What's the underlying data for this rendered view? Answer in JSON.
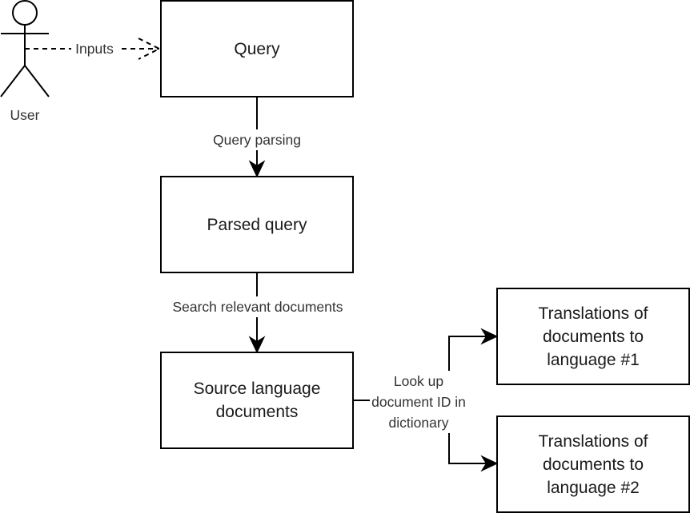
{
  "actor": {
    "label": "User",
    "icon": "stick-figure-icon"
  },
  "nodes": {
    "query": "Query",
    "parsed_query": "Parsed query",
    "source_docs": "Source language documents",
    "translations_1": "Translations of documents to language #1",
    "translations_2": "Translations of documents to language #2"
  },
  "edges": {
    "inputs": "Inputs",
    "query_parsing": "Query parsing",
    "search_relevant": "Search relevant documents",
    "lookup": "Look up document ID in dictionary"
  },
  "colors": {
    "stroke": "#000000",
    "text": "#1a1a1a",
    "background": "#ffffff"
  }
}
